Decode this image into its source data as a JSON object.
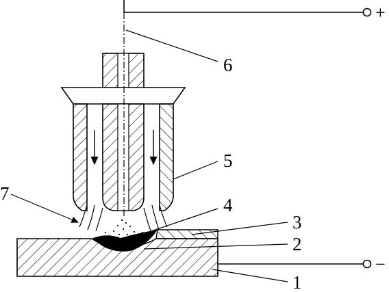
{
  "labels": {
    "l1": "1",
    "l2": "2",
    "l3": "3",
    "l4": "4",
    "l5": "5",
    "l6": "6",
    "l7": "7"
  },
  "terminals": {
    "positive": "+",
    "negative": "−"
  },
  "colors": {
    "ink": "#000000",
    "background": "#ffffff"
  }
}
